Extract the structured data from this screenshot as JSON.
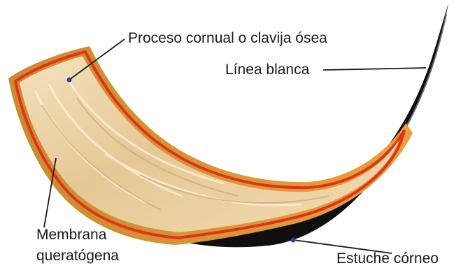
{
  "labels": {
    "horn_core": "Proceso cornual o clavija ósea",
    "white_line": "Línea blanca",
    "keratogenous_membrane_line1": "Membrana",
    "keratogenous_membrane_line2": "queratógena",
    "horn_sheath": "Estuche córneo"
  },
  "colors": {
    "horn_sheath_outer": "#e8a13a",
    "horn_sheath_dark": "#0f0f0f",
    "membrane": "#e0321c",
    "bone_core": "#e9cfa3",
    "bone_core_light": "#f7ead0",
    "pointer_dot": "#2d3fa8",
    "leader_line": "#1a1a1a"
  }
}
